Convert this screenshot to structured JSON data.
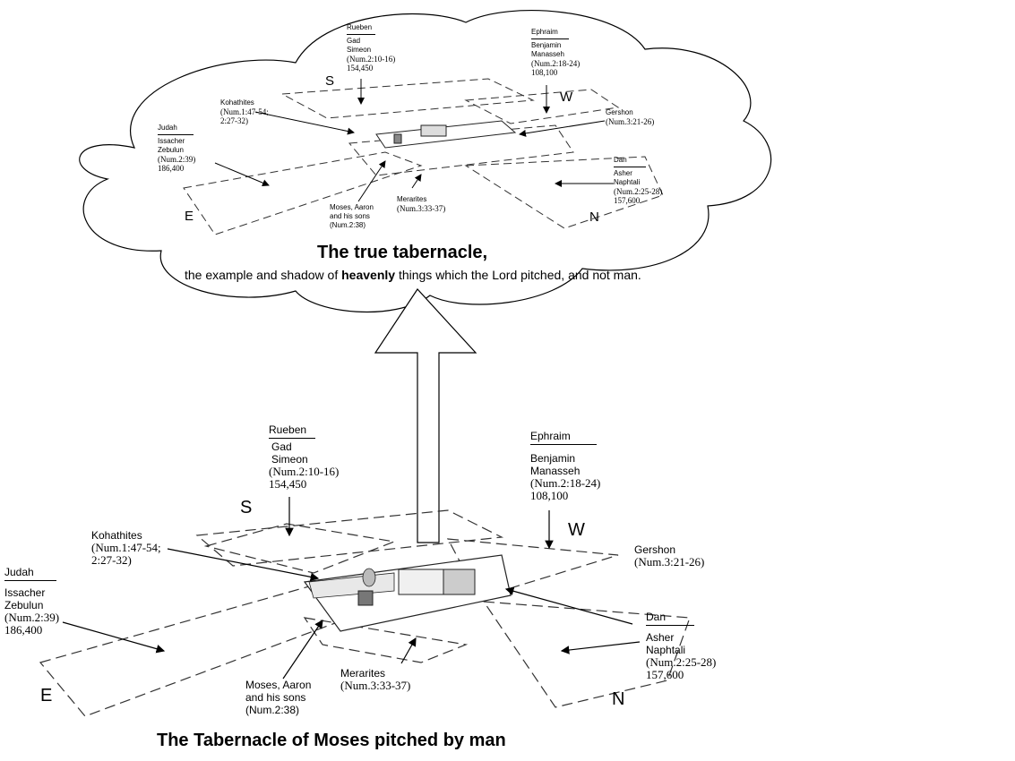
{
  "heavenly": {
    "title": "The true tabernacle,",
    "subtitle_before": "the example and shadow of ",
    "subtitle_bold": "heavenly",
    "subtitle_after": " things which the Lord pitched, and not man.",
    "directions": {
      "s": "S",
      "w": "W",
      "e": "E",
      "n": "N"
    },
    "rueben": {
      "leader": "Rueben",
      "tribes": [
        "Gad",
        "Simeon"
      ],
      "ref": "(Num.2:10-16)",
      "count": "154,450"
    },
    "ephraim": {
      "leader": "Ephraim",
      "tribes": [
        "Benjamin",
        "Manasseh"
      ],
      "ref": "(Num.2:18-24)",
      "count": "108,100"
    },
    "judah": {
      "leader": "Judah",
      "tribes": [
        "Issacher",
        "Zebulun"
      ],
      "ref": "(Num.2:39)",
      "count": "186,400"
    },
    "dan": {
      "leader": "Dan",
      "tribes": [
        "Asher",
        "Naphtali"
      ],
      "ref": "(Num.2:25-28)",
      "count": "157,600"
    },
    "kohathites": {
      "name": "Kohathites",
      "ref1": "(Num.1:47-54;",
      "ref2": "2:27-32)"
    },
    "gershon": {
      "name": "Gershon",
      "ref": "(Num.3:21-26)"
    },
    "merarites": {
      "name": "Merarites",
      "ref": "(Num.3:33-37)"
    },
    "moses": {
      "line1": "Moses, Aaron",
      "line2": "and his sons",
      "ref": "(Num.2:38)"
    }
  },
  "earthly": {
    "title": "The Tabernacle of Moses pitched by man",
    "directions": {
      "s": "S",
      "w": "W",
      "e": "E",
      "n": "N"
    },
    "rueben": {
      "leader": "Rueben",
      "tribes": [
        "Gad",
        "Simeon"
      ],
      "ref": "(Num.2:10-16)",
      "count": "154,450"
    },
    "ephraim": {
      "leader": "Ephraim",
      "tribes": [
        "Benjamin",
        "Manasseh"
      ],
      "ref": "(Num.2:18-24)",
      "count": "108,100"
    },
    "judah": {
      "leader": "Judah",
      "tribes": [
        "Issacher",
        "Zebulun"
      ],
      "ref": "(Num.2:39)",
      "count": "186,400"
    },
    "dan": {
      "leader": "Dan",
      "tribes": [
        "Asher",
        "Naphtali"
      ],
      "ref": "(Num.2:25-28)",
      "count": "157,600"
    },
    "kohathites": {
      "name": "Kohathites",
      "ref1": "(Num.1:47-54;",
      "ref2": "2:27-32)"
    },
    "gershon": {
      "name": "Gershon",
      "ref": "(Num.3:21-26)"
    },
    "merarites": {
      "name": "Merarites",
      "ref": "(Num.3:33-37)"
    },
    "moses": {
      "line1": "Moses, Aaron",
      "line2": "and his sons",
      "ref": "(Num.2:38)"
    }
  }
}
